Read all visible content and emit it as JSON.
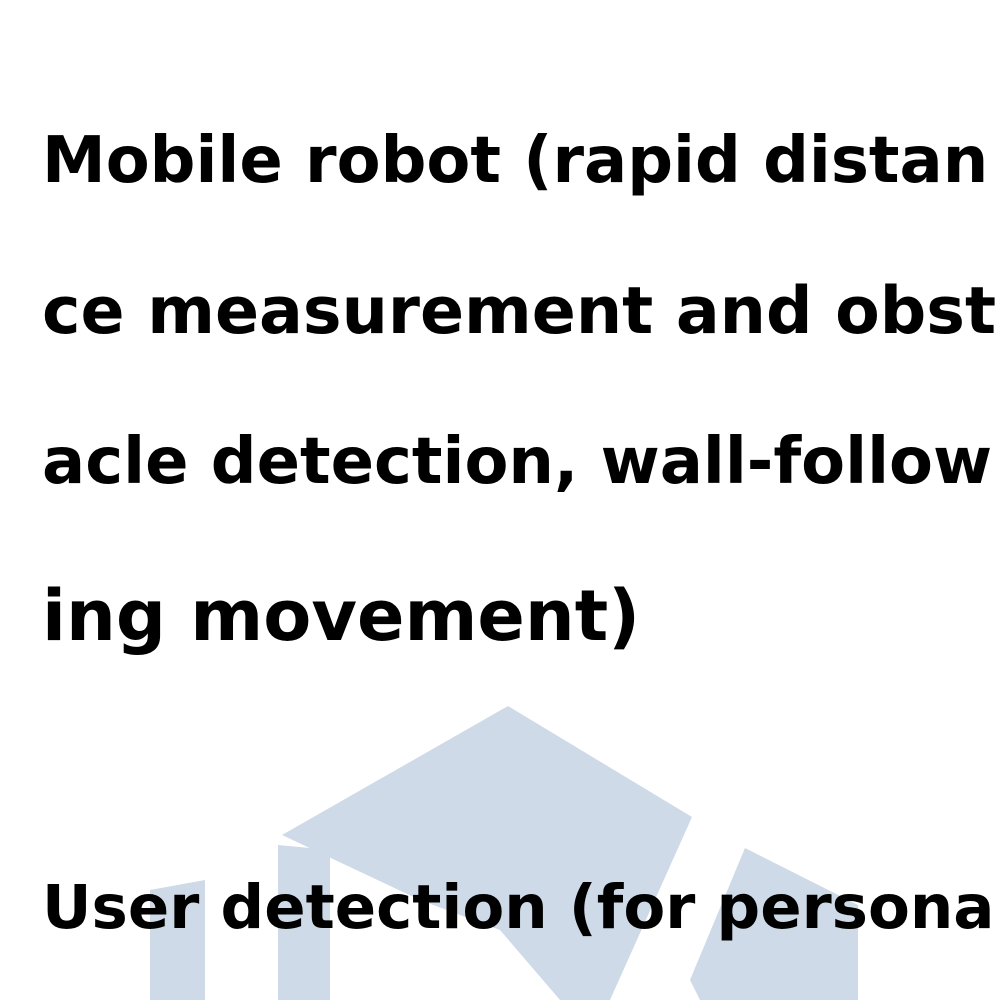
{
  "text_lines": [
    "Mobile robot (rapid distan",
    "ce measurement and obst",
    "acle detection, wall-follow",
    "ing movement)",
    "User detection (for persona"
  ],
  "watermark": {
    "icon": "house-logo-icon",
    "color": "#c9d6e6"
  }
}
